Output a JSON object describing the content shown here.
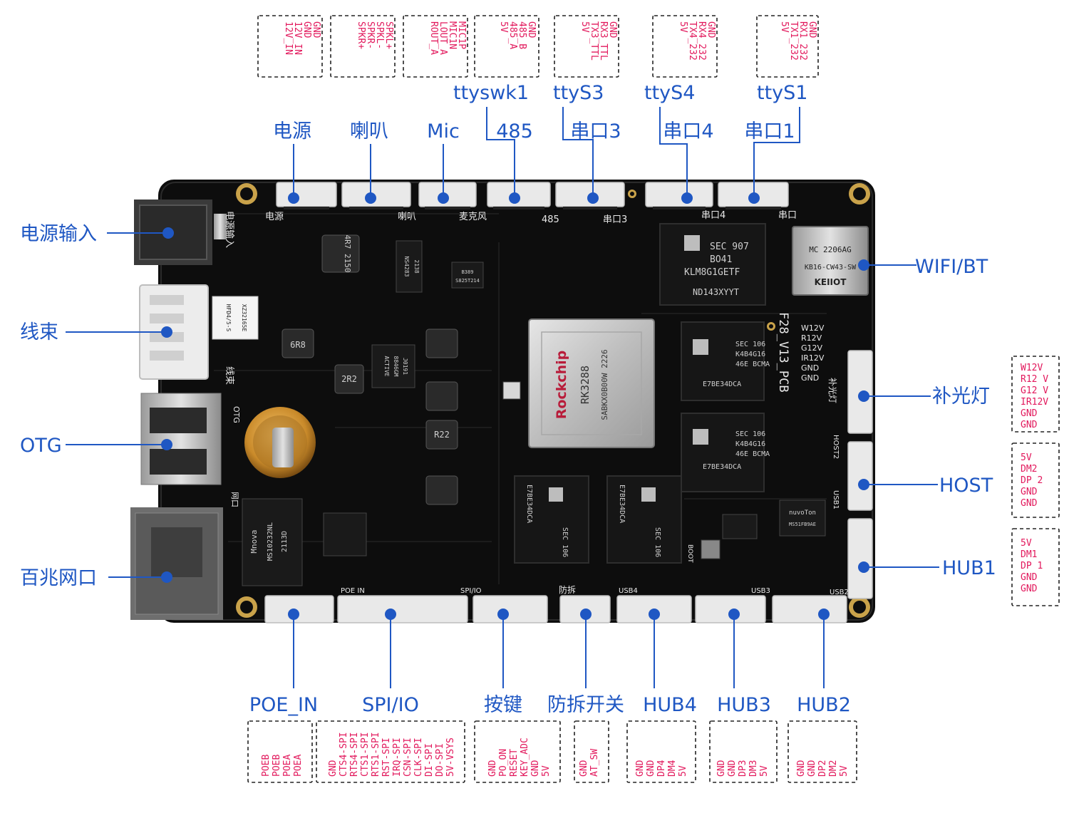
{
  "top_pin_groups": [
    {
      "id": "power",
      "pins": [
        "GND",
        "GND",
        "12V_IN",
        "12V_IN"
      ]
    },
    {
      "id": "speaker",
      "pins": [
        "SPKL+",
        "SPKL-",
        "SPKR-",
        "SPKR+"
      ]
    },
    {
      "id": "mic",
      "pins": [
        "MIC1P",
        "MIC1N",
        "LOUT_A",
        "ROUT_A"
      ]
    },
    {
      "id": "rs485",
      "pins": [
        "GND",
        "485_B",
        "485_A",
        "5V"
      ]
    },
    {
      "id": "uart3",
      "pins": [
        "GND",
        "RX3_TTL",
        "TX3_TTL",
        "5V"
      ]
    },
    {
      "id": "uart4",
      "pins": [
        "GND",
        "RX4_232",
        "TX4_232",
        "5V"
      ]
    },
    {
      "id": "uart1",
      "pins": [
        "GND",
        "RX1_232",
        "TX1_232",
        "5V"
      ]
    }
  ],
  "top_labels": {
    "ttyswk1": "ttyswk1",
    "ttys3": "ttyS3",
    "ttys4": "ttyS4",
    "ttys1": "ttyS1",
    "power": "电源",
    "speaker": "喇叭",
    "mic": "Mic",
    "rs485": "485",
    "uart3": "串口3",
    "uart4": "串口4",
    "uart1": "串口1"
  },
  "left_labels": {
    "power_in": "电源输入",
    "harness": "线束",
    "otg": "OTG",
    "ethernet": "百兆网口"
  },
  "right_labels": {
    "wifi_bt": "WIFI/BT",
    "fill_light": "补光灯",
    "host": "HOST",
    "hub1": "HUB1"
  },
  "right_pin_groups": [
    {
      "id": "fill_light",
      "pins": [
        "W12V",
        "R12 V",
        "G12 V",
        "IR12V",
        "GND",
        "GND"
      ]
    },
    {
      "id": "host",
      "pins": [
        "5V",
        "DM2",
        "DP 2",
        "GND",
        "GND"
      ]
    },
    {
      "id": "hub1",
      "pins": [
        "5V",
        "DM1",
        "DP 1",
        "GND",
        "GND"
      ]
    }
  ],
  "bottom_labels": {
    "poe_in": "POE_IN",
    "spi_io": "SPI/IO",
    "keys": "按键",
    "tamper": "防拆开关",
    "hub4": "HUB4",
    "hub3": "HUB3",
    "hub2": "HUB2"
  },
  "bottom_pin_groups": [
    {
      "id": "poe_in",
      "pins": [
        "POEA",
        "POEA",
        "POEB",
        "POEB"
      ]
    },
    {
      "id": "spi_io",
      "pins": [
        "5V-VSYS",
        "DO-SPI",
        "DI-SPI",
        "CLK-SPI",
        "CSN-SPI",
        "IRQ-SPI",
        "RST-SPI",
        "RTS1-SPI",
        "CTS1-SPI",
        "RTS4-SPI",
        "CTS4-SPI",
        "GND"
      ]
    },
    {
      "id": "keys",
      "pins": [
        "5V",
        "GND",
        "KEY_ADC",
        "RESET",
        "PO_ON",
        "GND"
      ]
    },
    {
      "id": "tamper",
      "pins": [
        "AT_SW",
        "GND"
      ]
    },
    {
      "id": "hub4",
      "pins": [
        "5V",
        "DM4",
        "DP4",
        "GND",
        "GND"
      ]
    },
    {
      "id": "hub3",
      "pins": [
        "5V",
        "DM3",
        "DP3",
        "GND",
        "GND"
      ]
    },
    {
      "id": "hub2",
      "pins": [
        "5V",
        "DM2",
        "DP2",
        "GND",
        "GND"
      ]
    }
  ],
  "board_silk": {
    "dianyuan": "电源",
    "laba": "喇叭",
    "mkf": "麦克风",
    "c485": "485",
    "ck3": "串口3",
    "ck4": "串口4",
    "ck1": "串口",
    "pin": "电源输入",
    "xs": "线束",
    "otg": "OTG",
    "wk": "网口",
    "poein": "POE IN",
    "spiio": "SPI/IO",
    "fc": "防拆",
    "usb4": "USB4",
    "usb3": "USB3",
    "usb2": "USB2",
    "usb1": "USB1",
    "host2": "HOST2",
    "bgd": "补光灯",
    "pcb": "F28_V13_PCB",
    "boot": "BOOT",
    "rail": [
      "W12V",
      "R12V",
      "G12V",
      "IR12V",
      "GND",
      "GND"
    ]
  },
  "chips": {
    "soc": {
      "brand": "Rockchip",
      "model": "RK3288",
      "code": "SABKX0B00W 2226"
    },
    "emmc": {
      "l1": "SEC 907",
      "l2": "BO41",
      "l3": "KLM8G1GETF",
      "l4": "ND143XYYT"
    },
    "ram": {
      "l1": "SEC 106",
      "l2": "K4B4G16",
      "l3": "46E BCMA",
      "l4": "E7BE34DCA"
    },
    "wifi": {
      "l1": "MC 2206AG",
      "l2": "KB16-CW43-SW",
      "l3": "KEIIOT"
    },
    "inductor1": "4R7 2150",
    "inductor2": "6R8",
    "inductor3": "2R2",
    "inductor4": "R22",
    "relay": {
      "l1": "HFD4/5-S",
      "l2": "XZ32165E"
    },
    "lan": {
      "l1": "Mnova",
      "l2": "MS10232NL",
      "l3": "2113D"
    },
    "audio": {
      "l1": "ACTIVE",
      "l2": "8846GM",
      "l3": "J0191"
    },
    "ns": {
      "l1": "NS4283",
      "l2": "2138"
    },
    "hubchip": {
      "l1": "nuvoTon",
      "l2": "MS51FB9AE"
    },
    "s8": {
      "l1": "B389",
      "l2": "S825T214"
    }
  }
}
